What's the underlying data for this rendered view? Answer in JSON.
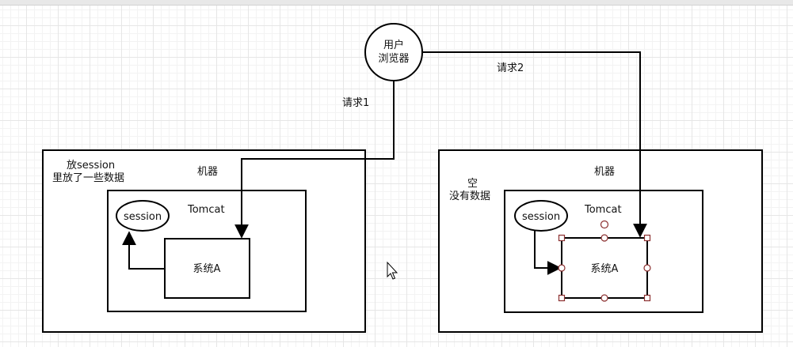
{
  "user_browser": {
    "line1": "用户",
    "line2": "浏览器"
  },
  "request1_label": "请求1",
  "request2_label": "请求2",
  "left_machine": {
    "title": "机器",
    "note_line1": "放session",
    "note_line2": "里放了一些数据",
    "tomcat_label": "Tomcat",
    "session_label": "session",
    "system_label": "系统A"
  },
  "right_machine": {
    "title": "机器",
    "note_line1": "空",
    "note_line2": "没有数据",
    "tomcat_label": "Tomcat",
    "session_label": "session",
    "system_label": "系统A"
  },
  "colors": {
    "selection_handle": "#8b2f2f",
    "stroke": "#000000"
  }
}
